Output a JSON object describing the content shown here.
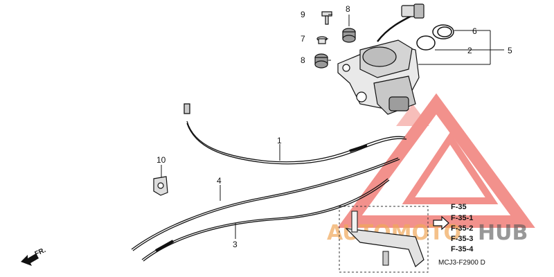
{
  "callouts": {
    "c9": "9",
    "c8a": "8",
    "c7": "7",
    "c8b": "8",
    "c6": "6",
    "c2": "2",
    "c5": "5",
    "c1": "1",
    "c10": "10",
    "c4": "4",
    "c3": "3"
  },
  "page_refs": [
    "F-35",
    "F-35-1",
    "F-35-2",
    "F-35-3",
    "F-35-4"
  ],
  "diagram_code": "MCJ3-F2900 D",
  "front_label": "FR.",
  "watermark": {
    "part1": "AUTOMOTO",
    "part2": "HUB"
  },
  "colors": {
    "watermark_red": "#e8382f",
    "watermark_orange": "#f0a85a",
    "line": "#111111"
  }
}
